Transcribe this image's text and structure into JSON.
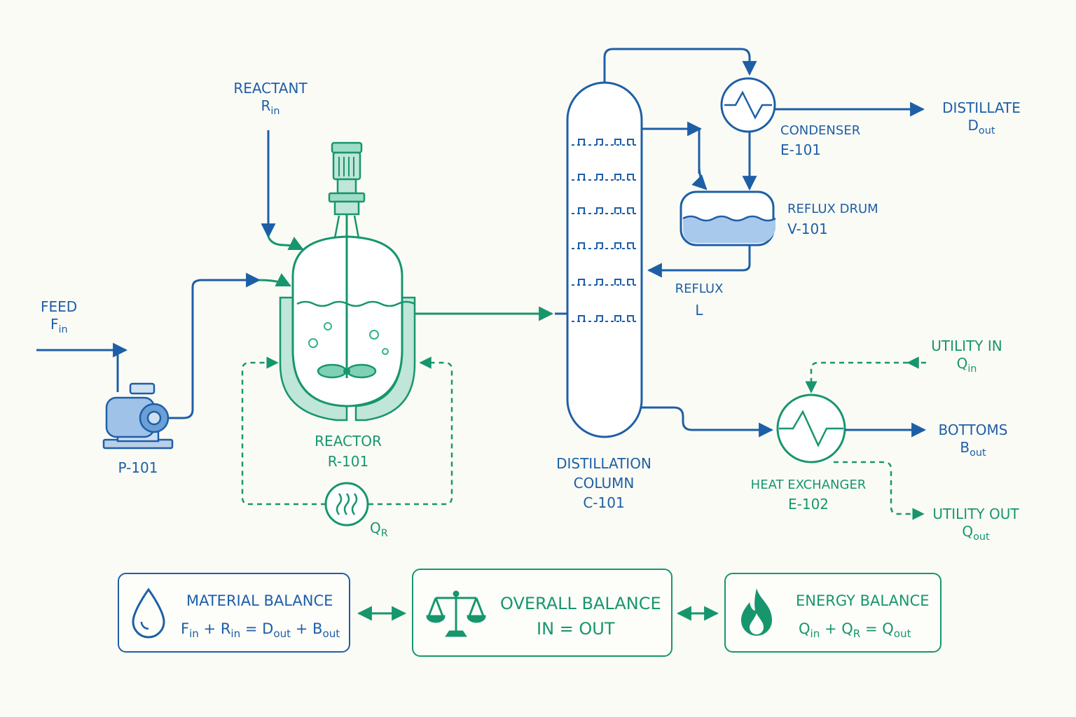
{
  "colors": {
    "blue": "#1d5fa6",
    "green": "#17966e",
    "background": "#fbfbf6"
  },
  "streams": {
    "feed": {
      "title": "FEED",
      "symbol": "F",
      "sub": "in"
    },
    "reactant": {
      "title": "REACTANT",
      "symbol": "R",
      "sub": "in"
    },
    "distillate": {
      "title": "DISTILLATE",
      "symbol": "D",
      "sub": "out"
    },
    "reflux": {
      "title": "REFLUX",
      "symbol": "L"
    },
    "utility_in": {
      "title": "UTILITY IN",
      "symbol": "Q",
      "sub": "in"
    },
    "bottoms": {
      "title": "BOTTOMS",
      "symbol": "B",
      "sub": "out"
    },
    "utility_out": {
      "title": "UTILITY OUT",
      "symbol": "Q",
      "sub": "out"
    },
    "reactor_heat": {
      "symbol": "Q",
      "sub": "R"
    }
  },
  "equipment": {
    "pump": {
      "tag": "P-101",
      "icon": "centrifugal-pump-icon"
    },
    "reactor": {
      "name": "REACTOR",
      "tag": "R-101",
      "icon": "stirred-tank-reactor-icon"
    },
    "column": {
      "name_line1": "DISTILLATION",
      "name_line2": "COLUMN",
      "tag": "C-101"
    },
    "condenser": {
      "name": "CONDENSER",
      "tag": "E-101"
    },
    "reflux_drum": {
      "name": "REFLUX DRUM",
      "tag": "V-101"
    },
    "heat_exchanger": {
      "name": "HEAT EXCHANGER",
      "tag": "E-102"
    }
  },
  "balances": {
    "material": {
      "title": "MATERIAL BALANCE",
      "icon": "water-drop-icon",
      "eq": [
        {
          "s": "F",
          "sub": "in"
        },
        {
          "t": " + "
        },
        {
          "s": "R",
          "sub": "in"
        },
        {
          "t": " = "
        },
        {
          "s": "D",
          "sub": "out"
        },
        {
          "t": " + "
        },
        {
          "s": "B",
          "sub": "out"
        }
      ]
    },
    "overall": {
      "title": "OVERALL BALANCE",
      "equation": "IN = OUT",
      "icon": "balance-scale-icon"
    },
    "energy": {
      "title": "ENERGY BALANCE",
      "icon": "flame-icon",
      "eq": [
        {
          "s": "Q",
          "sub": "in"
        },
        {
          "t": " + "
        },
        {
          "s": "Q",
          "sub": "R"
        },
        {
          "t": " = "
        },
        {
          "s": "Q",
          "sub": "out"
        }
      ]
    }
  }
}
